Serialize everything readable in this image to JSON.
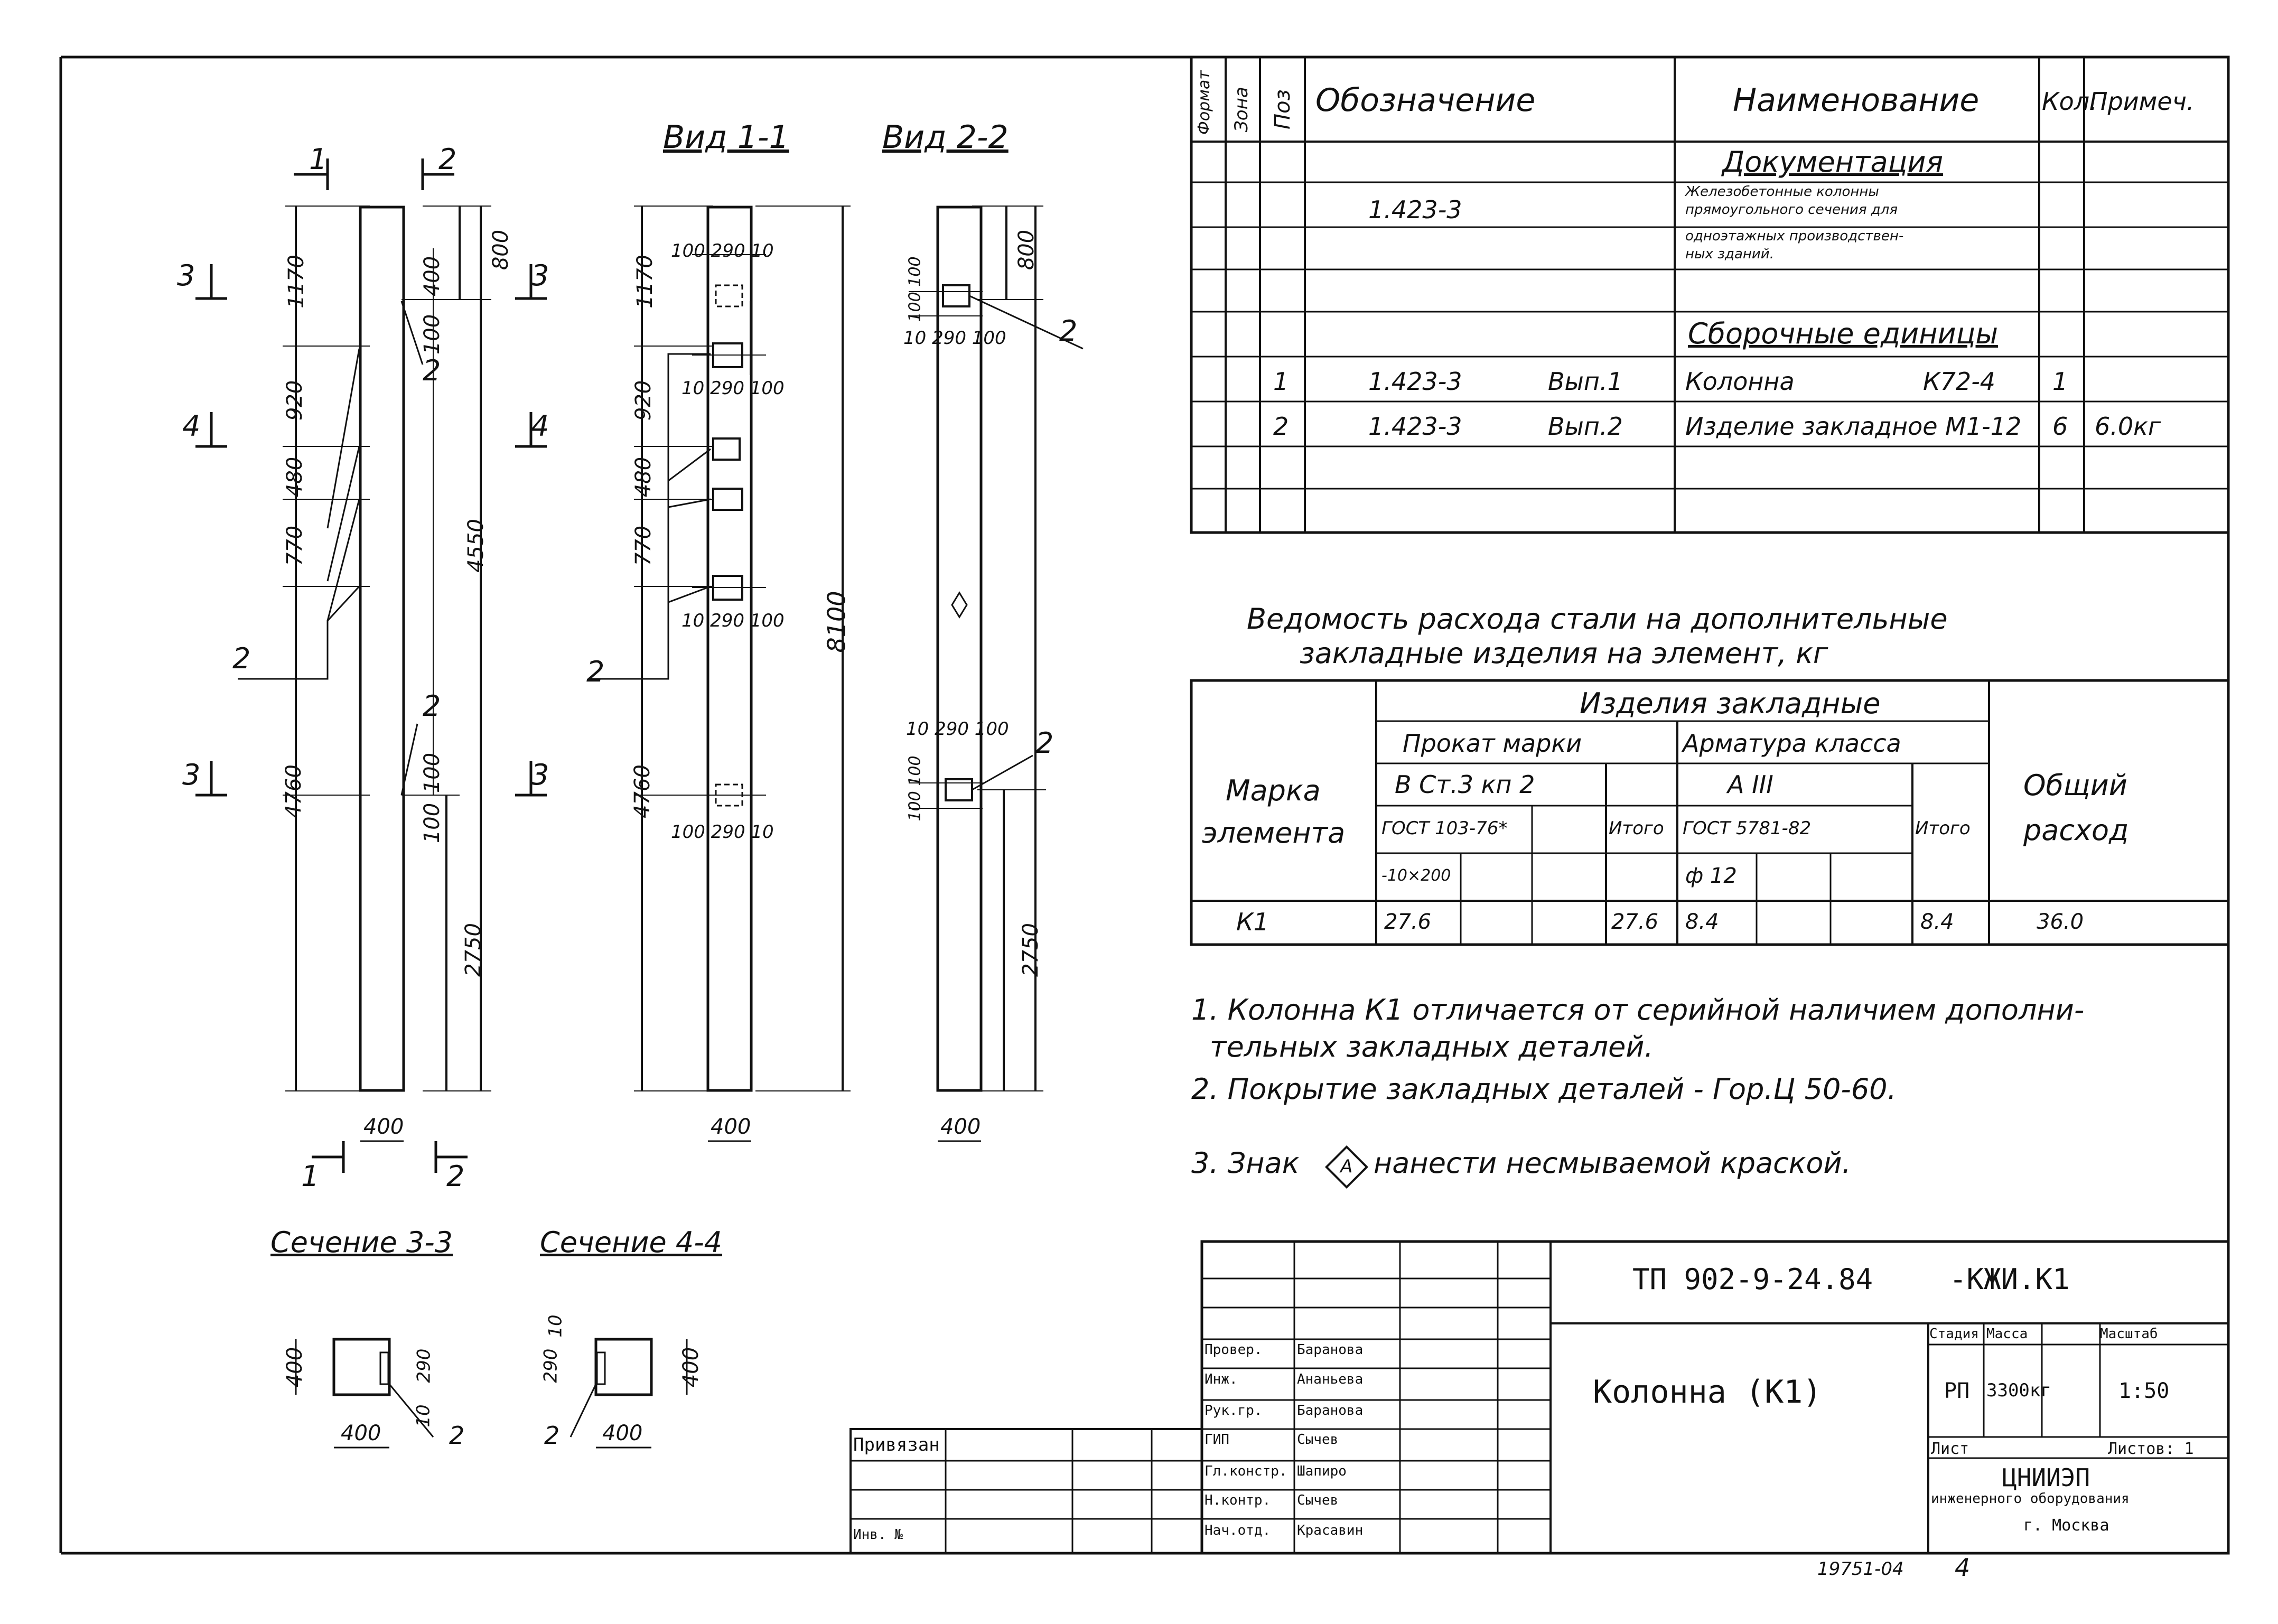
{
  "views": {
    "view11_title": "Вид 1-1",
    "view22_title": "Вид 2-2",
    "sec33_title": "Сечение 3-3",
    "sec44_title": "Сечение 4-4",
    "marks": {
      "m1": "1",
      "m2": "2",
      "m3": "3",
      "m4": "4"
    },
    "dims_left": {
      "d1170": "1170",
      "d920": "920",
      "d480": "480",
      "d770": "770",
      "d4760": "4760",
      "d800": "800",
      "d400": "400",
      "d4550": "4550",
      "d100": "100",
      "d2750": "2750",
      "d400b": "400"
    },
    "dims_mid": {
      "d1170": "1170",
      "d920": "920",
      "d480": "480",
      "d770": "770",
      "d4760": "4760",
      "d8100": "8100",
      "d100_290_10": "100 290 10",
      "d10_290_100": "10 290 100",
      "d400": "400"
    },
    "dims_right": {
      "d800": "800",
      "d100_100": "100 100",
      "d10_290_100": "10 290 100",
      "d2750": "2750",
      "d400": "400"
    },
    "sec_dims": {
      "s400": "400",
      "s290": "290",
      "s10": "10",
      "s2": "2"
    }
  },
  "spec_table": {
    "headers": {
      "format": "Формат",
      "zone": "Зона",
      "pos": "Поз",
      "designation": "Обозначение",
      "name": "Наименование",
      "qty": "Кол.",
      "note": "Примеч."
    },
    "section_docs": "Документация",
    "doc_row": {
      "designation": "1.423-3",
      "name_line1": "Железобетонные колонны",
      "name_line2": "прямоугольного сечения для",
      "name_line3": "одноэтажных производствен-",
      "name_line4": "ных зданий."
    },
    "section_assembly": "Сборочные единицы",
    "rows": [
      {
        "pos": "1",
        "designation": "1.423-3",
        "issue": "Вып.1",
        "name": "Колонна",
        "mark": "К72-4",
        "qty": "1",
        "note": ""
      },
      {
        "pos": "2",
        "designation": "1.423-3",
        "issue": "Вып.2",
        "name": "Изделие закладное М1-12",
        "mark": "",
        "qty": "6",
        "note": "6.0кг"
      }
    ]
  },
  "steel_table": {
    "title_line1": "Ведомость расхода стали на дополнительные",
    "title_line2": "закладные изделия на элемент, кг",
    "h_products": "Изделия закладные",
    "h_rolled": "Прокат марки",
    "h_rebar": "Арматура класса",
    "h_mark_line1": "Марка",
    "h_mark_line2": "элемента",
    "h_total_line1": "Общий",
    "h_total_line2": "расход",
    "steel_grade": "В Ст.3 кп 2",
    "rebar_class": "А III",
    "gost1": "ГОСТ 103-76*",
    "gost2": "ГОСТ 5781-82",
    "itogo": "Итого",
    "size1": "-10×200",
    "size2": "ф 12",
    "row": {
      "mark": "К1",
      "v1": "27.6",
      "itogo1": "27.6",
      "v2": "8.4",
      "itogo2": "8.4",
      "total": "36.0"
    }
  },
  "notes": {
    "n1_line1": "1. Колонна К1 отличается от серийной наличием дополни-",
    "n1_line2": "тельных закладных деталей.",
    "n2": "2. Покрытие закладных деталей - Гор.Ц 50-60.",
    "n3_pre": "3. Знак",
    "n3_sym": "А",
    "n3_post": "нанести несмываемой краской."
  },
  "title_block": {
    "code": "ТП 902-9-24.84",
    "suffix": "-КЖИ.К1",
    "drawing_name": "Колонна (К1)",
    "stage_h": "Стадия",
    "mass_h": "Масса",
    "scale_h": "Масштаб",
    "stage": "РП",
    "mass": "3300кг",
    "scale": "1:50",
    "sheet": "Лист",
    "sheets": "Листов: 1",
    "org1": "ЦНИИЭП",
    "org2": "инженерного оборудования",
    "org3": "г. Москва",
    "roles": [
      {
        "role": "Провер.",
        "name": "Баранова"
      },
      {
        "role": "Инж.",
        "name": "Ананьева"
      },
      {
        "role": "Рук.гр.",
        "name": "Баранова"
      },
      {
        "role": "ГИП",
        "name": "Сычев"
      },
      {
        "role": "Гл.констр.",
        "name": "Шапиро"
      },
      {
        "role": "Н.контр.",
        "name": "Сычев"
      },
      {
        "role": "Нач.отд.",
        "name": "Красавин"
      }
    ],
    "privyazan": "Привязан",
    "inv": "Инв. №",
    "archive_no": "19751-04",
    "page_no": "4"
  }
}
